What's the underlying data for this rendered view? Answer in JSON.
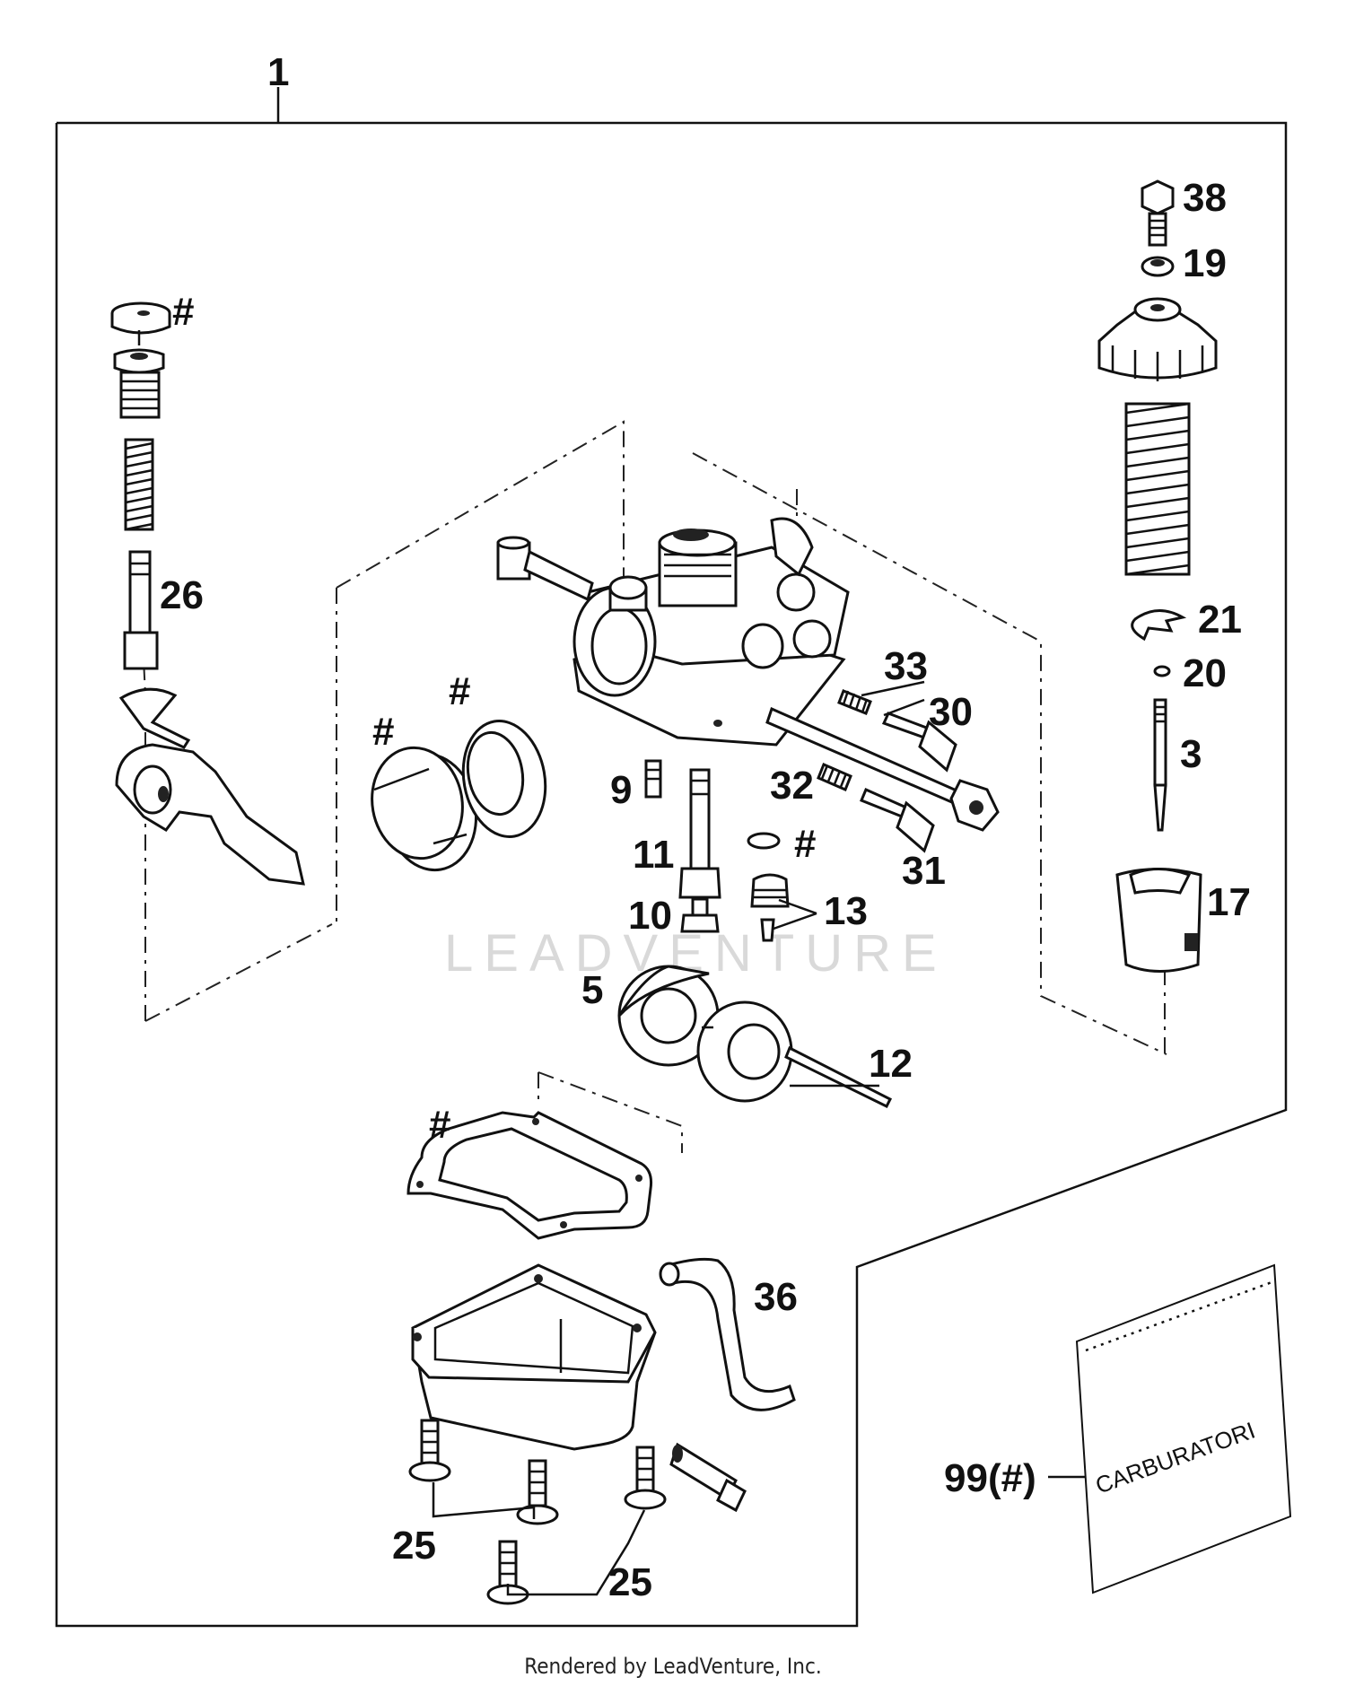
{
  "callouts": {
    "c1": "1",
    "c38": "38",
    "c19": "19",
    "c21": "21",
    "c20": "20",
    "c3": "3",
    "c17": "17",
    "c26": "26",
    "c33": "33",
    "c30": "30",
    "c32": "32",
    "c31": "31",
    "c9": "9",
    "c11": "11",
    "c10": "10",
    "c13": "13",
    "c5": "5",
    "c12": "12",
    "c36": "36",
    "c25a": "25",
    "c25b": "25",
    "c99": "99(#)",
    "hash_plunger": "#",
    "hash_ring": "#",
    "hash_seal": "#",
    "hash_oring": "#",
    "hash_gasket": "#"
  },
  "bag_label": "CARBURATORI",
  "watermark": "LEADVENTURE",
  "footer": "Rendered by LeadVenture, Inc."
}
